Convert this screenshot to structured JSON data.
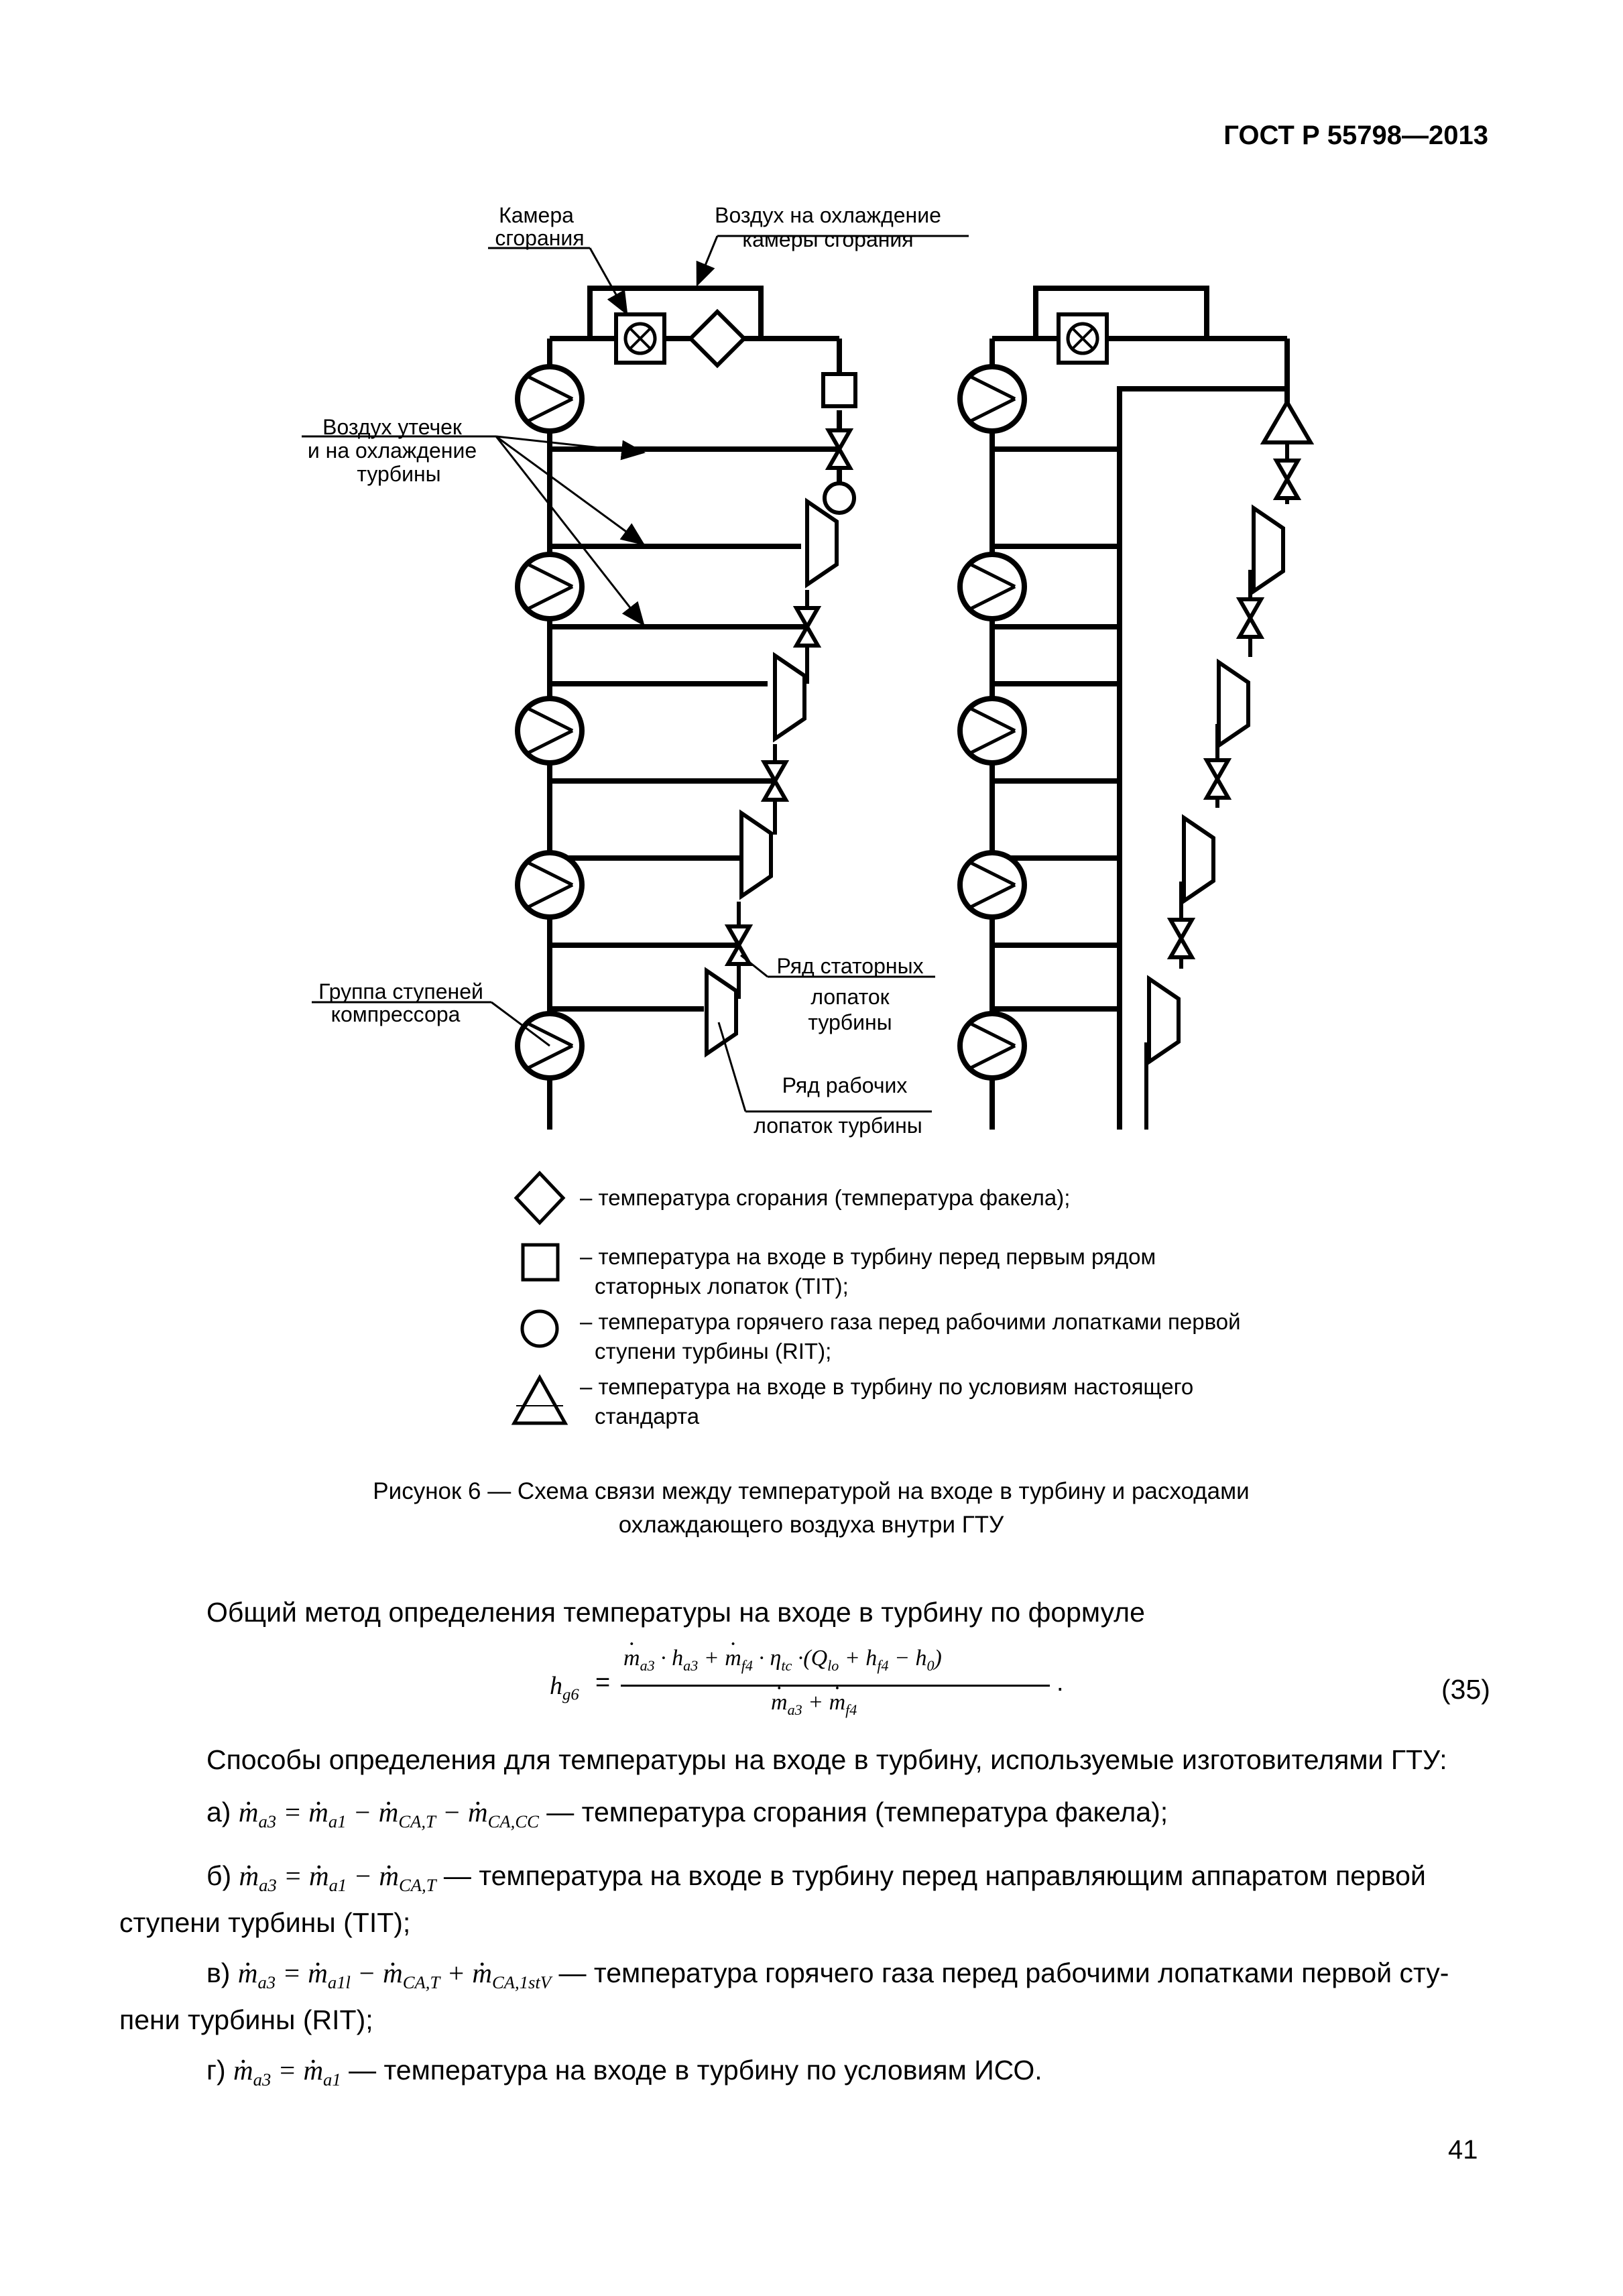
{
  "header": {
    "standard_id": "ГОСТ Р 55798—2013"
  },
  "figure": {
    "labels": {
      "combustion_chamber_1": "Камера",
      "combustion_chamber_2": "сгорания",
      "cc_cooling_air_1": "Воздух на охлаждение",
      "cc_cooling_air_2": "камеры сгорания",
      "leak_air_1": "Воздух утечек",
      "leak_air_2": "и на охлаждение",
      "leak_air_3": "турбины",
      "compressor_group_1": "Группа ступеней",
      "compressor_group_2": "компрессора",
      "stator_row_1": "Ряд статорных",
      "stator_row_2": "лопаток",
      "stator_row_3": "турбины",
      "rotor_row_1": "Ряд рабочих",
      "rotor_row_2": "лопаток турбины"
    },
    "legend": [
      {
        "symbol": "diamond-icon",
        "text_1": "– температура сгорания (температура факела);",
        "text_2": ""
      },
      {
        "symbol": "square-icon",
        "text_1": "– температура на входе в турбину перед первым рядом",
        "text_2": "статорных лопаток (TIT);"
      },
      {
        "symbol": "circle-icon",
        "text_1": "– температура горячего газа перед рабочими лопатками первой",
        "text_2": "ступени турбины (RIT);"
      },
      {
        "symbol": "triangle-icon",
        "text_1": "– температура на входе в турбину по условиям настоящего",
        "text_2": "стандарта"
      }
    ],
    "caption_1": "Рисунок 6 — Схема связи между температурой на входе в турбину и расходами",
    "caption_2": "охлаждающего воздуха внутри ГТУ"
  },
  "body": {
    "intro": "Общий метод определения температуры на входе в турбину по формуле",
    "formula_number": "(35)",
    "methods_intro": "Способы определения для температуры на входе  в турбину, используемые изготовителями ГТУ:",
    "item_a_label": "а)",
    "item_a_text": " — температура сгорания (температура факела);",
    "item_b_label": "б)",
    "item_b_text_1": " — температура на входе в турбину перед направляющим аппаратом первой",
    "item_b_text_2": "ступени турбины (TIT);",
    "item_c_label": "в)",
    "item_c_text_1": " — температура горячего газа перед рабочими лопатками первой сту-",
    "item_c_text_2": "пени турбины (RIT);",
    "item_d_label": "г)",
    "item_d_text": " — температура на входе в турбину по условиям ИСО."
  },
  "page_number": "41"
}
